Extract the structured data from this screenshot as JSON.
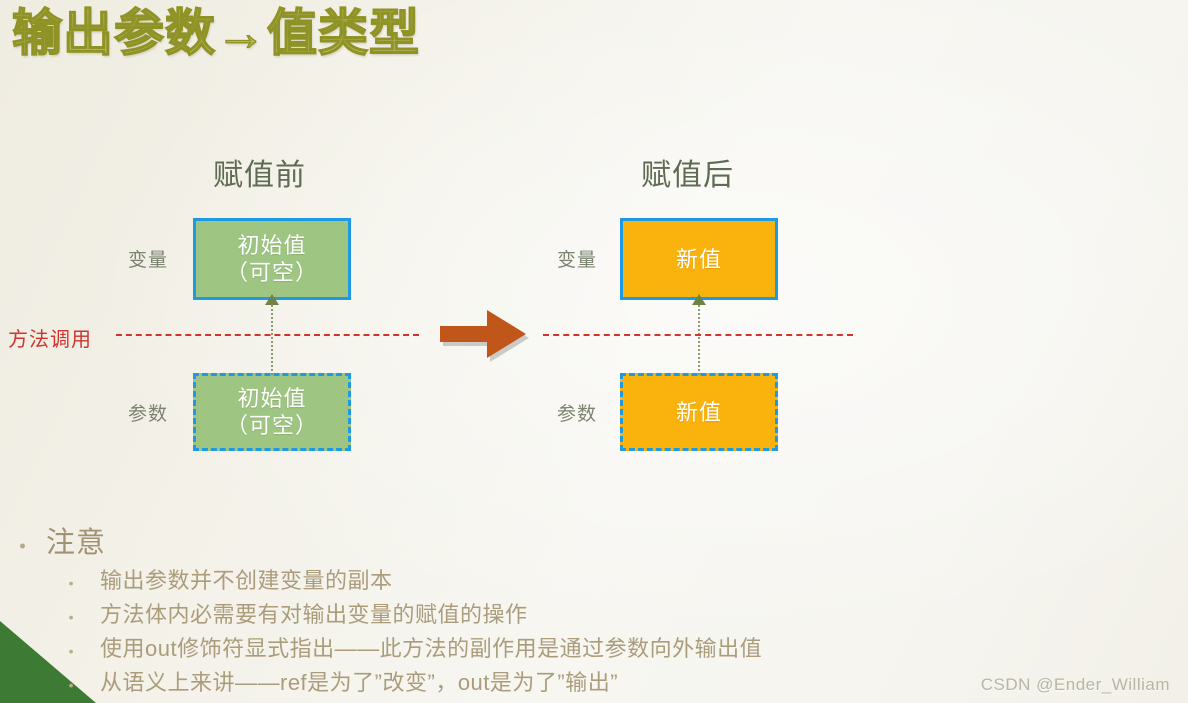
{
  "slide": {
    "title": "输出参数→值类型",
    "watermark": "CSDN @Ender_William"
  },
  "diagram": {
    "before": {
      "heading": "赋值前",
      "variable_label": "变量",
      "parameter_label": "参数",
      "variable_box": {
        "line1": "初始值",
        "line2": "（可空）"
      },
      "parameter_box": {
        "line1": "初始值",
        "line2": "（可空）"
      }
    },
    "after": {
      "heading": "赋值后",
      "variable_label": "变量",
      "parameter_label": "参数",
      "variable_box": {
        "line1": "新值",
        "line2": ""
      },
      "parameter_box": {
        "line1": "新值",
        "line2": ""
      }
    },
    "call_label": "方法调用",
    "colors": {
      "initial_fill": "#9ec582",
      "new_fill": "#fab20c",
      "box_border": "#1e9ae4",
      "call_line": "#d0342c",
      "transition_arrow": "#c1561b",
      "connector": "#6d8344",
      "title_gradient": "#b9bd4c",
      "corner_triangle": "#3d7a33"
    }
  },
  "notes": {
    "bullet_glyph": "•",
    "heading": "注意",
    "items": [
      "输出参数并不创建变量的副本",
      "方法体内必需要有对输出变量的赋值的操作",
      "使用out修饰符显式指出——此方法的副作用是通过参数向外输出值",
      "从语义上来讲——ref是为了”改变”，out是为了”输出”"
    ]
  }
}
